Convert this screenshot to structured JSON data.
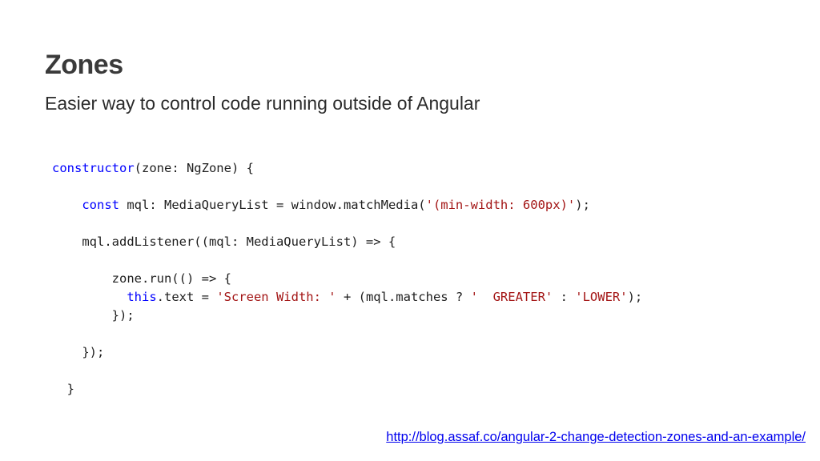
{
  "slide": {
    "title": "Zones",
    "subtitle": "Easier way to control code running outside of Angular",
    "link": "http://blog.assaf.co/angular-2-change-detection-zones-and-an-example/"
  },
  "code": {
    "colors": {
      "keyword": "#0000ff",
      "string": "#a31515",
      "plain": "#1e1e1e"
    },
    "lines": [
      {
        "indent": "",
        "tokens": [
          {
            "t": "keyword",
            "v": "constructor"
          },
          {
            "t": "plain",
            "v": "(zone: NgZone) {"
          }
        ]
      },
      {
        "indent": "",
        "tokens": []
      },
      {
        "indent": "    ",
        "tokens": [
          {
            "t": "keyword",
            "v": "const"
          },
          {
            "t": "plain",
            "v": " mql: MediaQueryList = window.matchMedia("
          },
          {
            "t": "string",
            "v": "'(min-width: 600px)'"
          },
          {
            "t": "plain",
            "v": ");"
          }
        ]
      },
      {
        "indent": "",
        "tokens": []
      },
      {
        "indent": "    ",
        "tokens": [
          {
            "t": "plain",
            "v": "mql.addListener((mql: MediaQueryList) => {"
          }
        ]
      },
      {
        "indent": "",
        "tokens": []
      },
      {
        "indent": "        ",
        "tokens": [
          {
            "t": "plain",
            "v": "zone.run(() => {"
          }
        ]
      },
      {
        "indent": "          ",
        "tokens": [
          {
            "t": "keyword",
            "v": "this"
          },
          {
            "t": "plain",
            "v": ".text = "
          },
          {
            "t": "string",
            "v": "'Screen Width: '"
          },
          {
            "t": "plain",
            "v": " + (mql.matches ? "
          },
          {
            "t": "string",
            "v": "'  GREATER'"
          },
          {
            "t": "plain",
            "v": " : "
          },
          {
            "t": "string",
            "v": "'LOWER'"
          },
          {
            "t": "plain",
            "v": ");"
          }
        ]
      },
      {
        "indent": "        ",
        "tokens": [
          {
            "t": "plain",
            "v": "});"
          }
        ]
      },
      {
        "indent": "",
        "tokens": []
      },
      {
        "indent": "    ",
        "tokens": [
          {
            "t": "plain",
            "v": "});"
          }
        ]
      },
      {
        "indent": "",
        "tokens": []
      },
      {
        "indent": "  ",
        "tokens": [
          {
            "t": "plain",
            "v": "}"
          }
        ]
      }
    ]
  }
}
